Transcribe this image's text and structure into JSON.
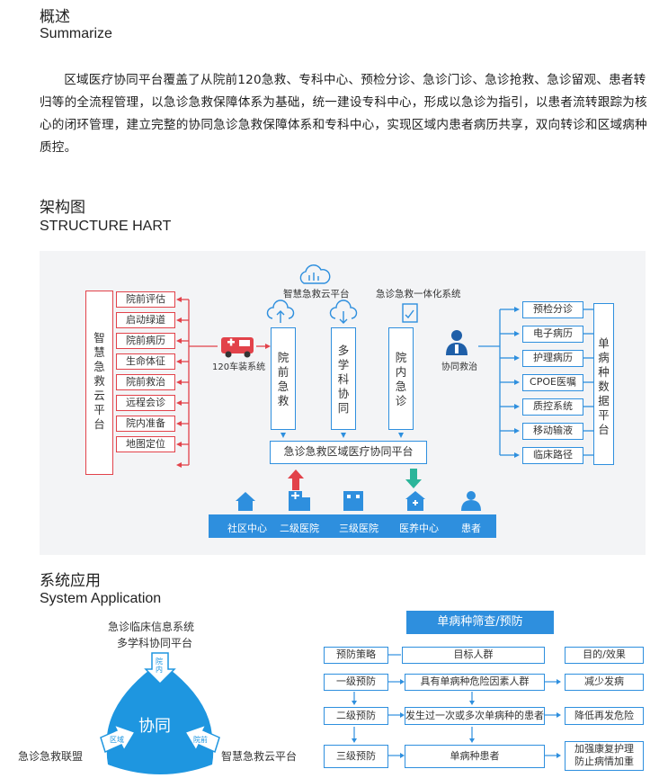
{
  "overview": {
    "title_cn": "概述",
    "title_en": "Summarize",
    "paragraph": "区域医疗协同平台覆盖了从院前120急救、专科中心、预检分诊、急诊门诊、急诊抢救、急诊留观、患者转归等的全流程管理，以急诊急救保障体系为基础，统一建设专科中心，形成以急诊为指引，以患者流转跟踪为核心的闭环管理，建立完整的协同急诊急救保障体系和专科中心，实现区域内患者病历共享，双向转诊和区域病种质控。"
  },
  "structure": {
    "title_cn": "架构图",
    "title_en": "STRUCTURE HART",
    "left_platform": "智慧急救云平台",
    "left_items": [
      "院前评估",
      "启动绿道",
      "院前病历",
      "生命体征",
      "院前救治",
      "远程会诊",
      "院内准备",
      "地图定位"
    ],
    "ambulance_label": "120车装系统",
    "cloud_label": "智慧急救云平台",
    "integration_label": "急诊急救一体化系统",
    "col_prehospital": "院前急救",
    "col_multidisciplinary": "多学科协同",
    "col_inhospital": "院内急诊",
    "doctor_label": "协同救治",
    "bottom_platform": "急诊急救区域医疗协同平台",
    "right_items": [
      "预检分诊",
      "电子病历",
      "护理病历",
      "CPOE医嘱",
      "质控系统",
      "移动输液",
      "临床路径"
    ],
    "right_platform": "单病种数据平台",
    "bar_labels": [
      "社区中心",
      "二级医院",
      "三级医院",
      "医养中心",
      "患者"
    ]
  },
  "application": {
    "title_cn": "系统应用",
    "title_en": "System Application",
    "top_label_1": "急诊临床信息系统",
    "top_label_2": "多学科协同平台",
    "center": "协同",
    "arrow_top": "院内",
    "arrow_left": "区域",
    "arrow_right": "院前",
    "left_label": "急诊急救联盟",
    "right_label": "智慧急救云平台",
    "table_head": "单病种筛查/预防",
    "rows": [
      {
        "a": "预防策略",
        "b": "目标人群",
        "c": "目的/效果"
      },
      {
        "a": "一级预防",
        "b": "具有单病种危险因素人群",
        "c": "减少发病"
      },
      {
        "a": "二级预防",
        "b": "发生过一次或多次单病种的患者",
        "c": "降低再发危险"
      },
      {
        "a": "三级预防",
        "b": "单病种患者",
        "c": "加强康复护理",
        "c2": "防止病情加重"
      }
    ]
  },
  "colors": {
    "red": "#e2424a",
    "blue": "#2e8fde",
    "panel": "#f3f4f6"
  }
}
